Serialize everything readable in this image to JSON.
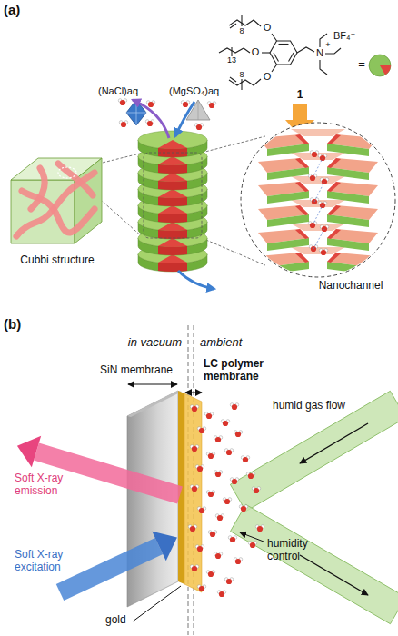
{
  "diagram": {
    "nodes": [
      {
        "text": [
          "Cubbi structure"
        ]
      },
      {
        "text": [
          "Nanochannel"
        ]
      }
    ],
    "labels": [
      "(a)",
      "O",
      "O",
      "O",
      "8",
      "13",
      "8",
      "N",
      "+",
      "BF₄⁻",
      "=",
      "1",
      "(NaCl)aq",
      "(MgSO₄)aq",
      "(b)",
      "in vacuum",
      "ambient",
      "SiN membrane",
      "LC polymer membrane",
      "humid gas flow",
      "Soft X-ray emission",
      "Soft X-ray excitation",
      "humidity control",
      "gold"
    ]
  }
}
